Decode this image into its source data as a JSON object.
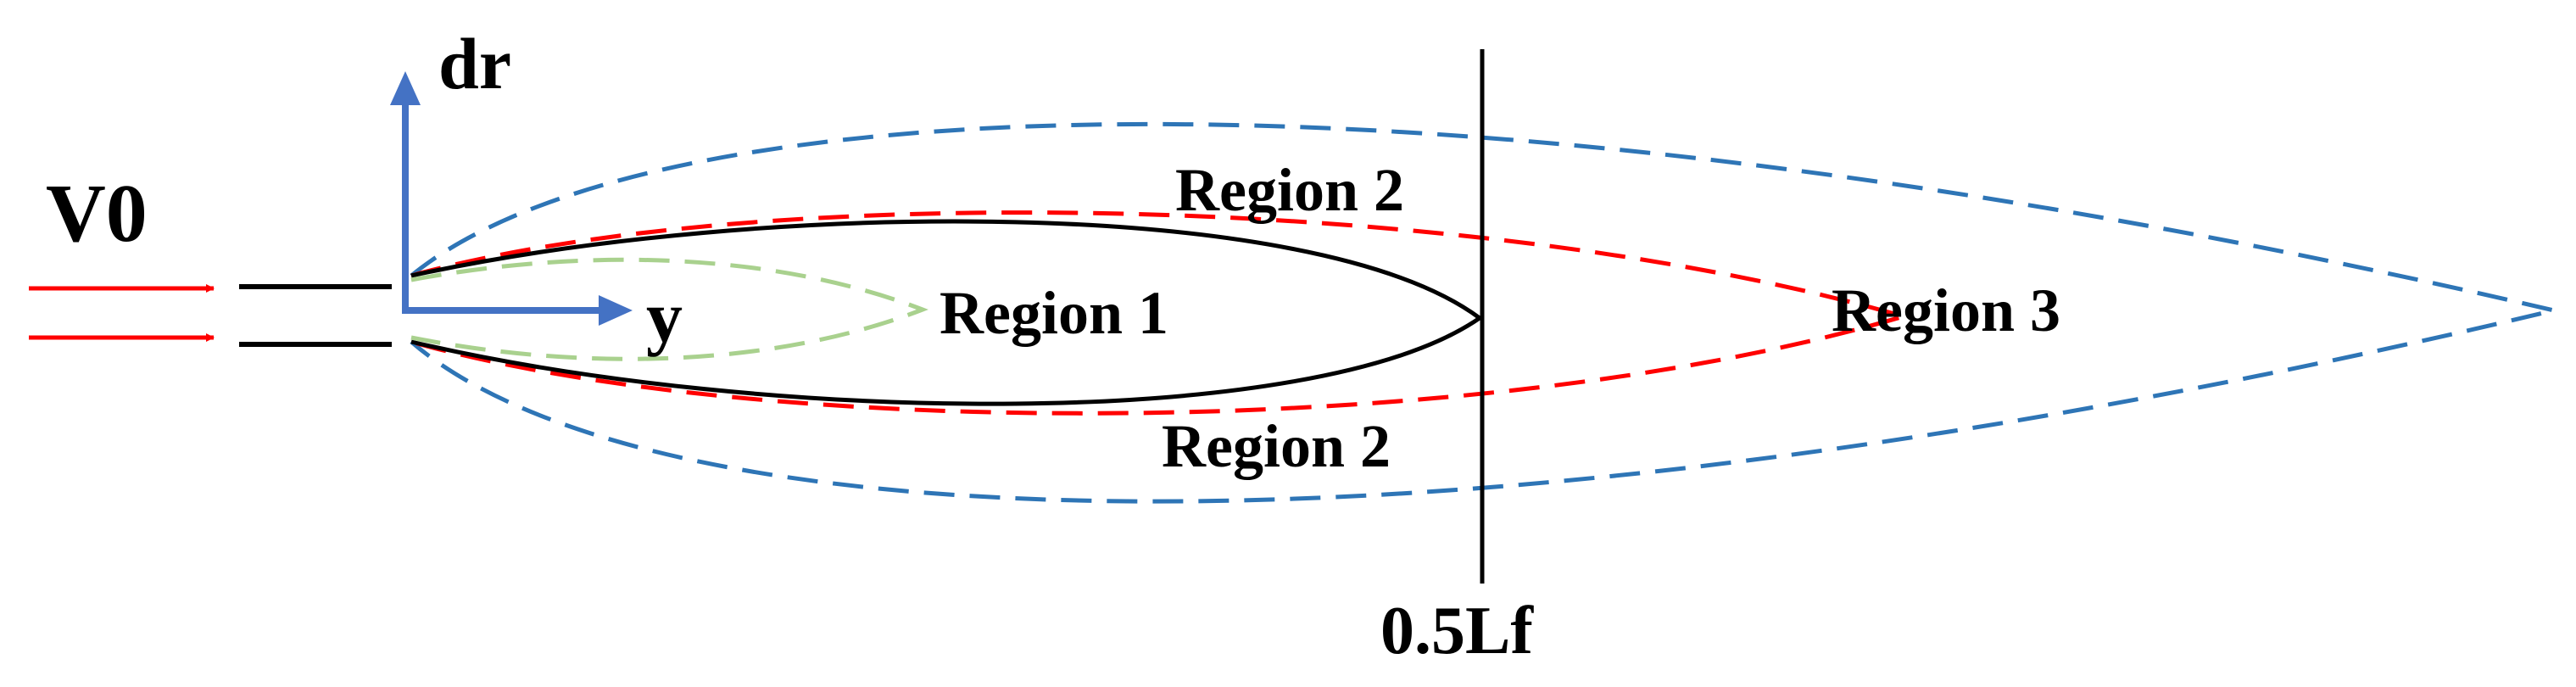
{
  "labels": {
    "inlet_velocity": "V0",
    "radial_axis": "dr",
    "axial_axis": "y",
    "region1": "Region 1",
    "region2_top": "Region 2",
    "region2_bottom": "Region 2",
    "region3": "Region 3",
    "half_flame_length": "0.5Lf"
  },
  "colors": {
    "outer_boundary": "#2e75b6",
    "mid_boundary": "#ff0000",
    "inner_core": "#a9d18e",
    "flame_front": "#000000",
    "axes": "#4472c4",
    "inlet_arrows": "#ff0000"
  }
}
